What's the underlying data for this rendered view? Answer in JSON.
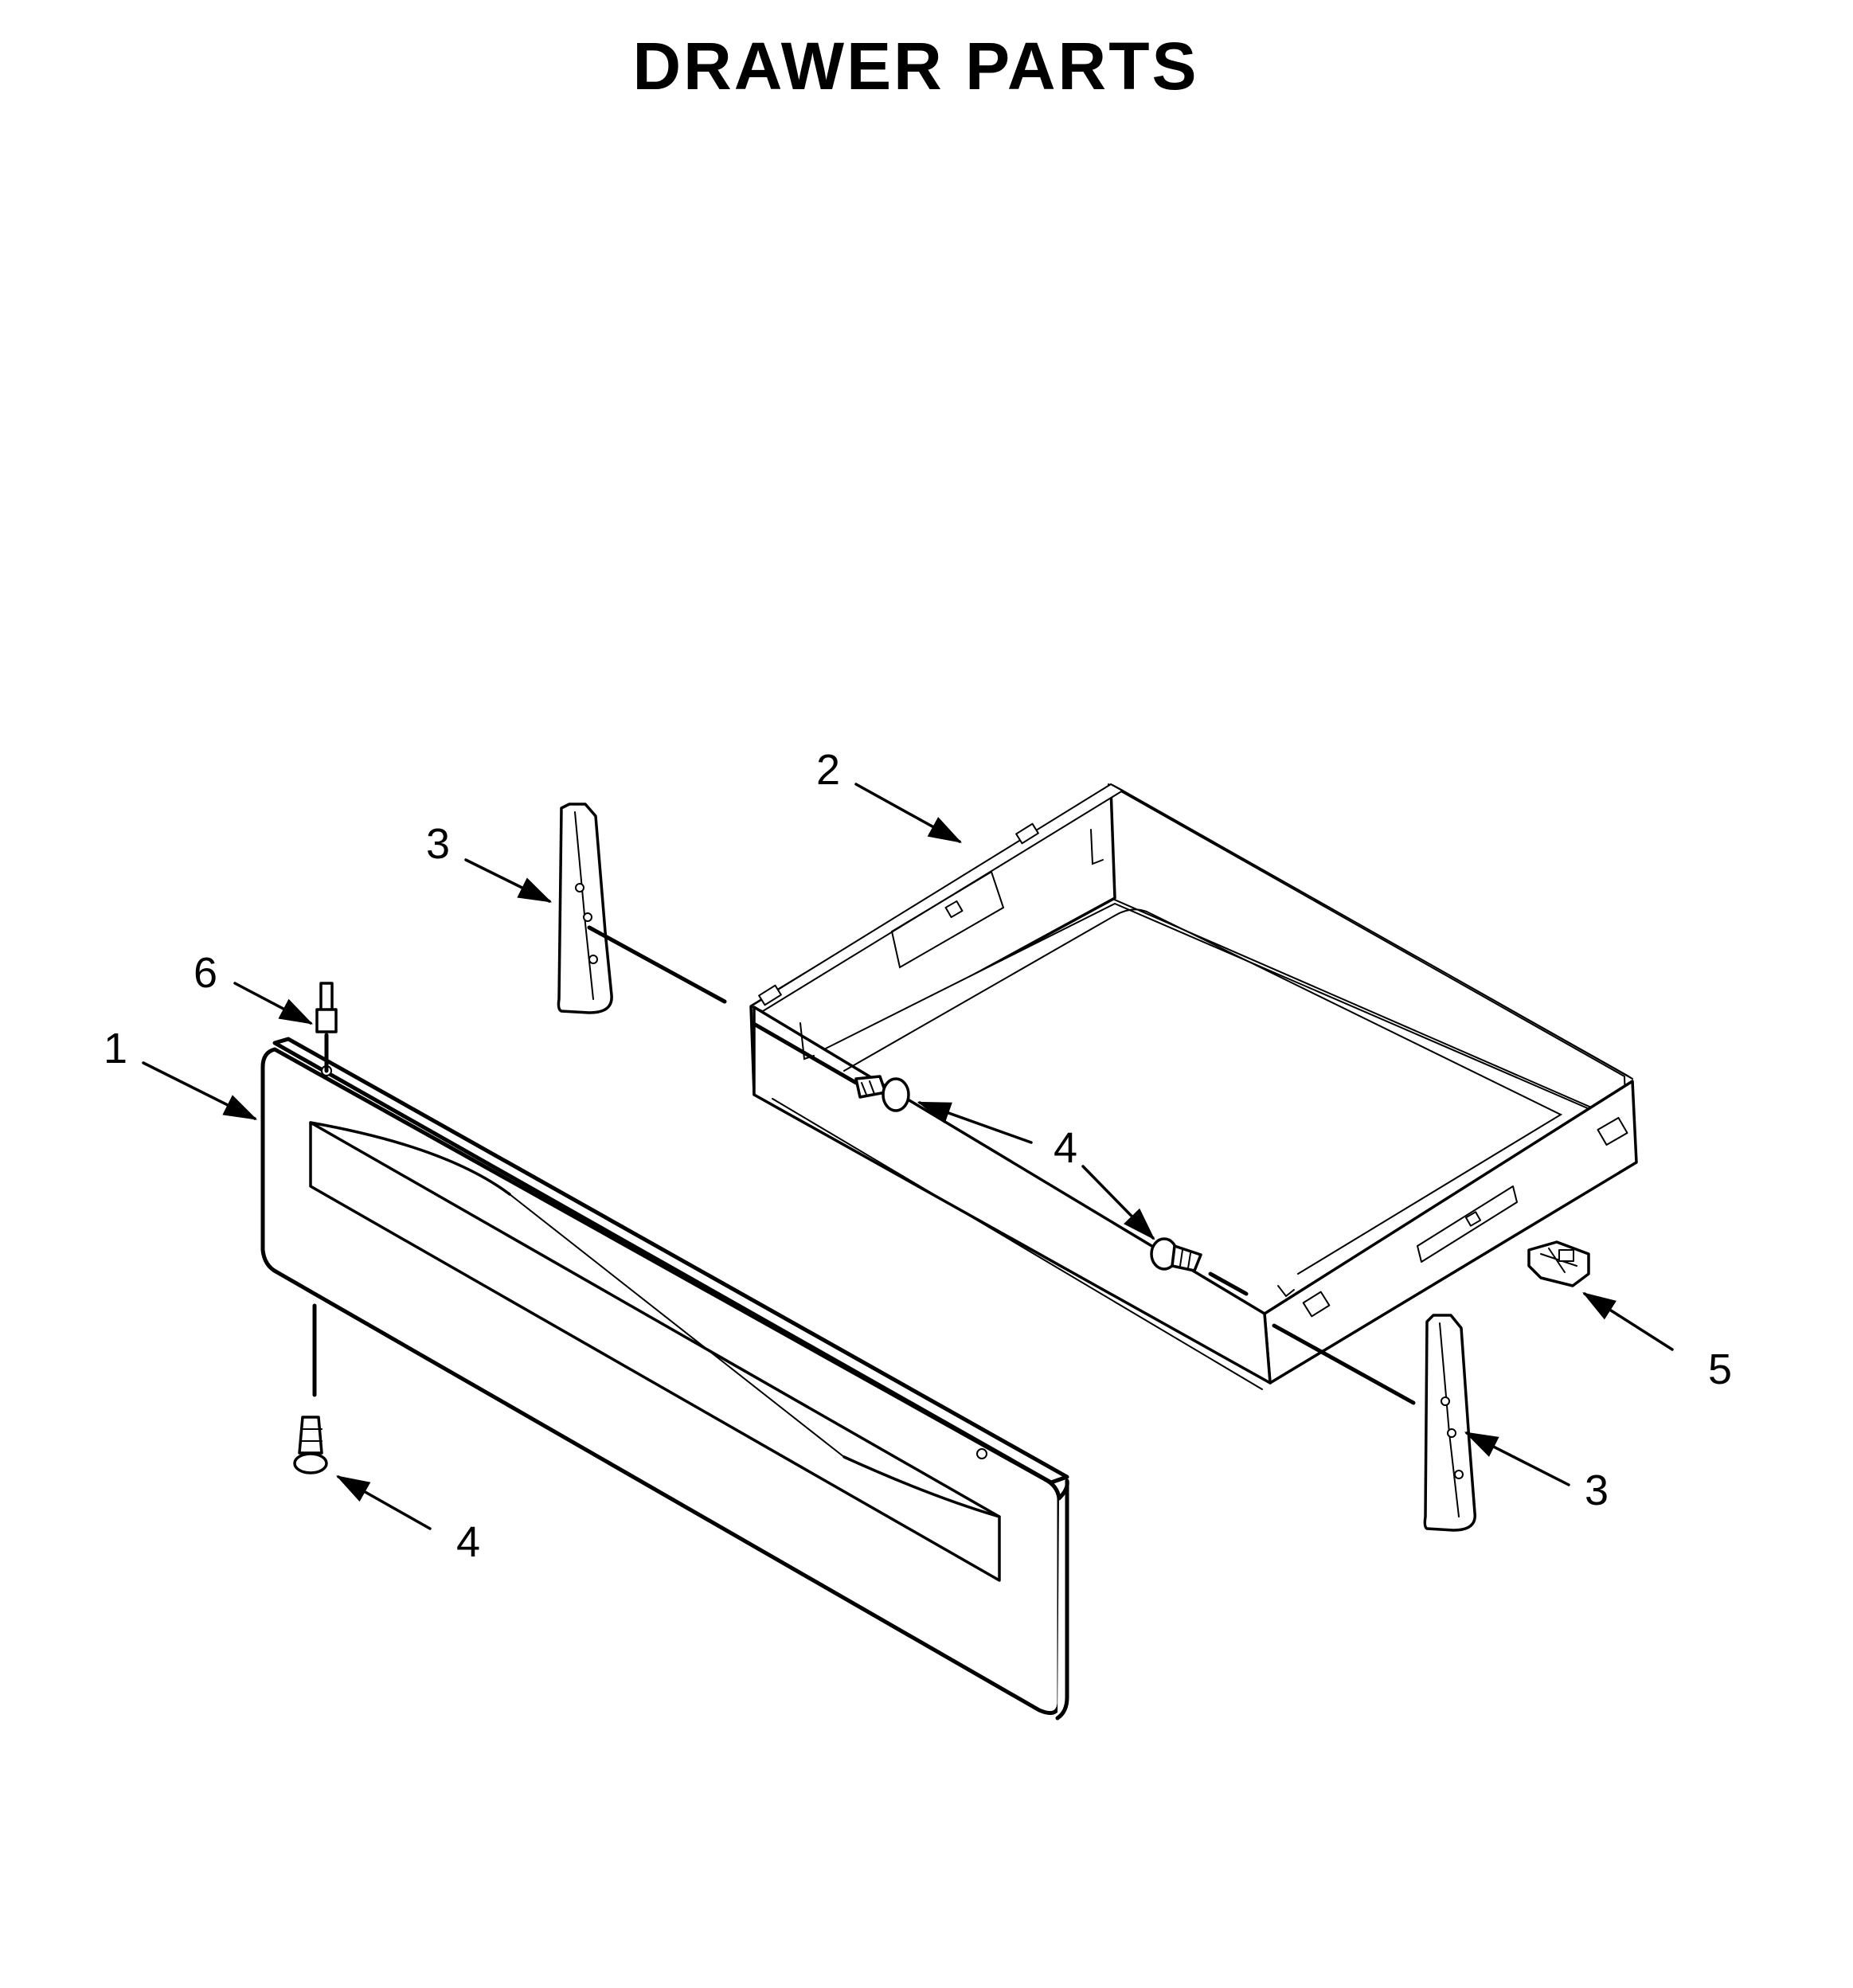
{
  "title": "DRAWER PARTS",
  "callouts": [
    {
      "id": "c1",
      "label": "1"
    },
    {
      "id": "c2",
      "label": "2"
    },
    {
      "id": "c3a",
      "label": "3"
    },
    {
      "id": "c3b",
      "label": "3"
    },
    {
      "id": "c4a",
      "label": "4"
    },
    {
      "id": "c4b",
      "label": "4"
    },
    {
      "id": "c4c",
      "label": "4"
    },
    {
      "id": "c5",
      "label": "5"
    },
    {
      "id": "c6",
      "label": "6"
    }
  ],
  "colors": {
    "ink": "#000000",
    "paper": "#ffffff"
  }
}
